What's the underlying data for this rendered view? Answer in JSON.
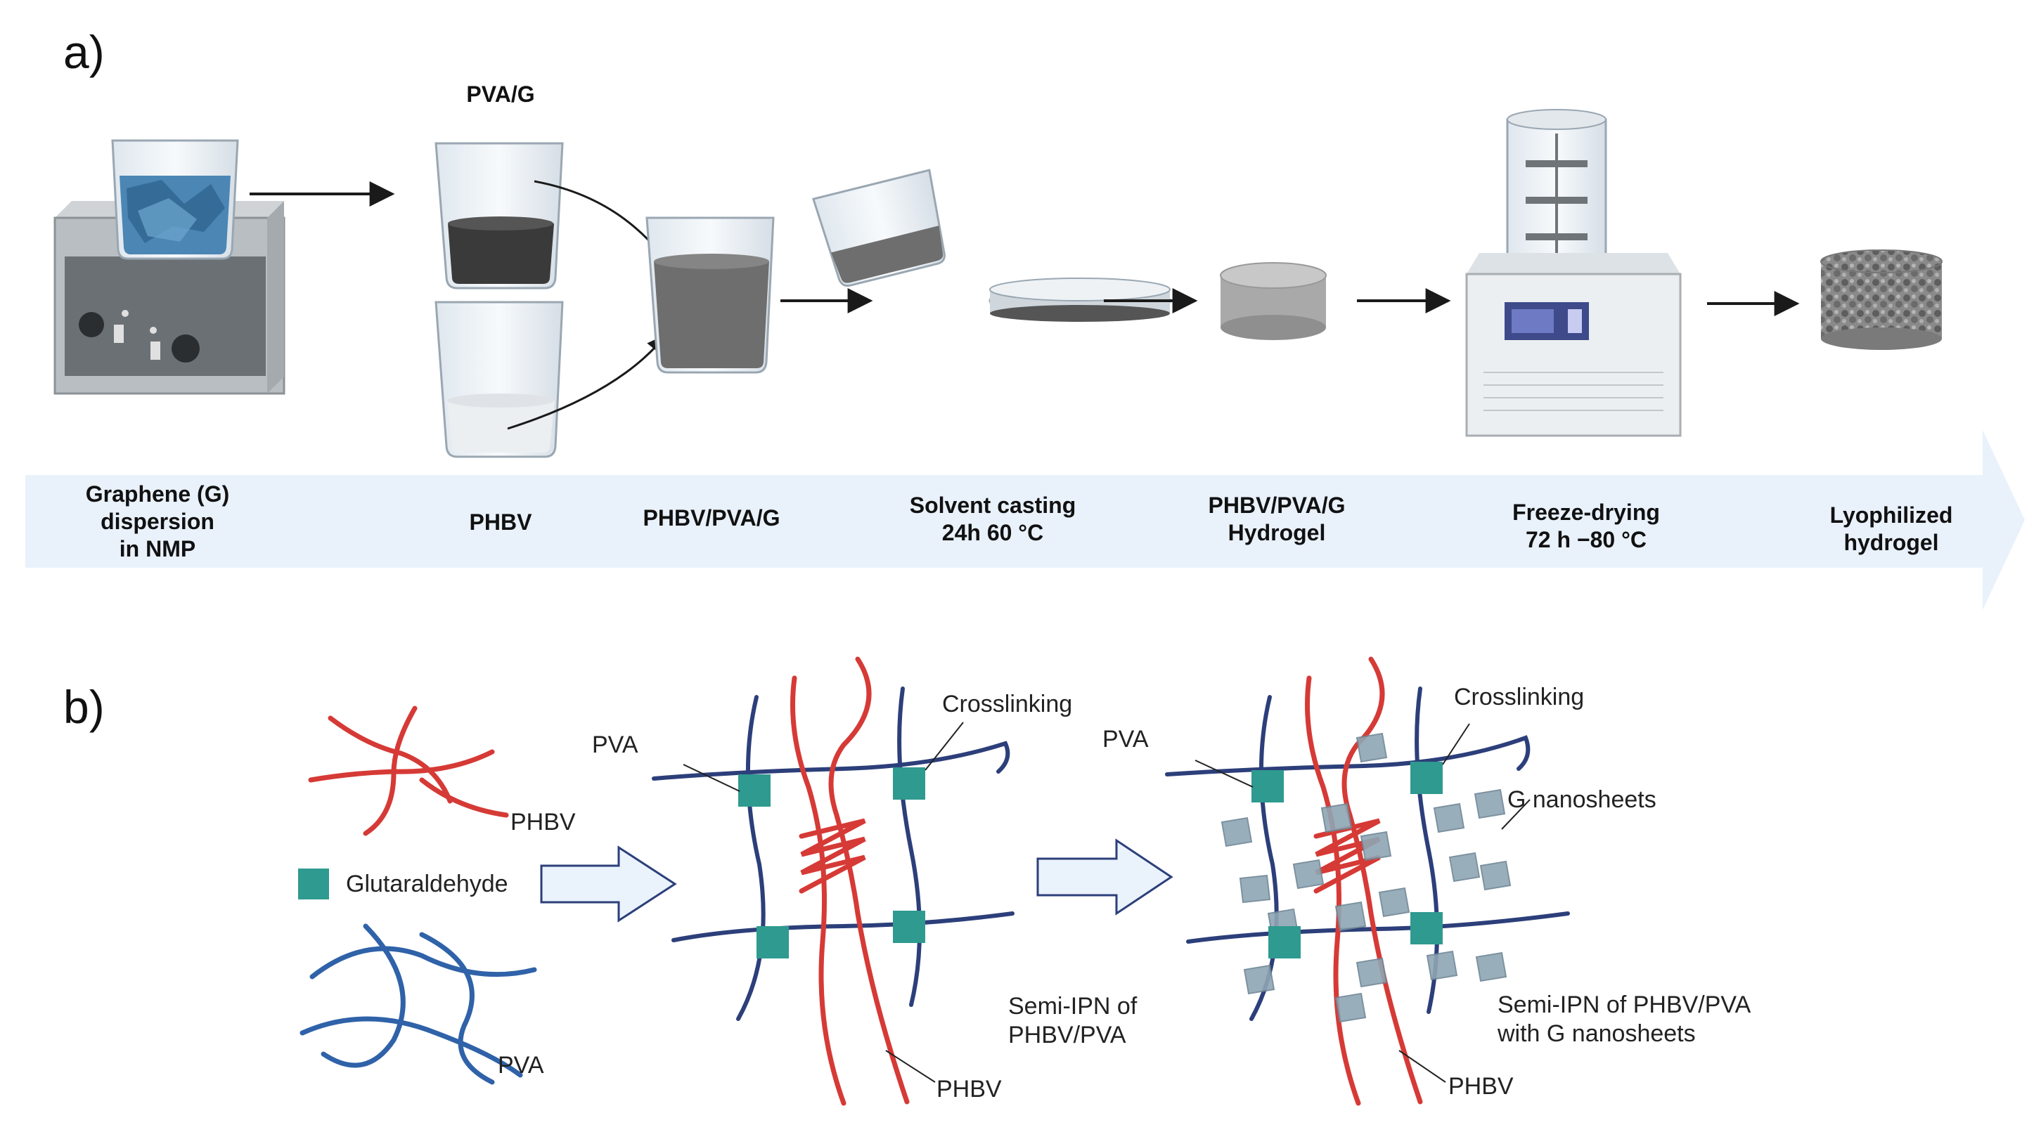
{
  "panels": {
    "a": "a)",
    "b": "b)"
  },
  "panel_a": {
    "top_label": "PVA/G",
    "steps": [
      {
        "id": "graphene",
        "label": "Graphene (G)\ndispersion\nin NMP"
      },
      {
        "id": "phbv",
        "label": "PHBV"
      },
      {
        "id": "phbv-pva-g",
        "label": "PHBV/PVA/G"
      },
      {
        "id": "solvent-casting",
        "label": "Solvent casting\n24h 60 °C"
      },
      {
        "id": "hydrogel",
        "label": "PHBV/PVA/G\nHydrogel"
      },
      {
        "id": "freeze-drying",
        "label": "Freeze-drying\n72 h −80 °C"
      },
      {
        "id": "lyophilized",
        "label": "Lyophilized hydrogel"
      }
    ]
  },
  "panel_b": {
    "legend": {
      "phbv": "PHBV",
      "glutaraldehyde": "Glutaraldehyde",
      "pva": "PVA"
    },
    "network1": {
      "pva": "PVA",
      "crosslinking": "Crosslinking",
      "caption": "Semi-IPN of\nPHBV/PVA",
      "phbv": "PHBV"
    },
    "network2": {
      "pva": "PVA",
      "crosslinking": "Crosslinking",
      "nanosheets": "G nanosheets",
      "caption": "Semi-IPN of PHBV/PVA\nwith G nanosheets",
      "phbv": "PHBV"
    }
  },
  "colors": {
    "phbv_red": "#d63a36",
    "pva_navy": "#2c3f7a",
    "pva_blue": "#2f62a8",
    "glutaraldehyde_teal": "#2f9a8f",
    "nanosheet_gray": "#8fa6b4",
    "flow_band": "#e9f1fb",
    "arrow_fill": "#eaf2fb"
  }
}
